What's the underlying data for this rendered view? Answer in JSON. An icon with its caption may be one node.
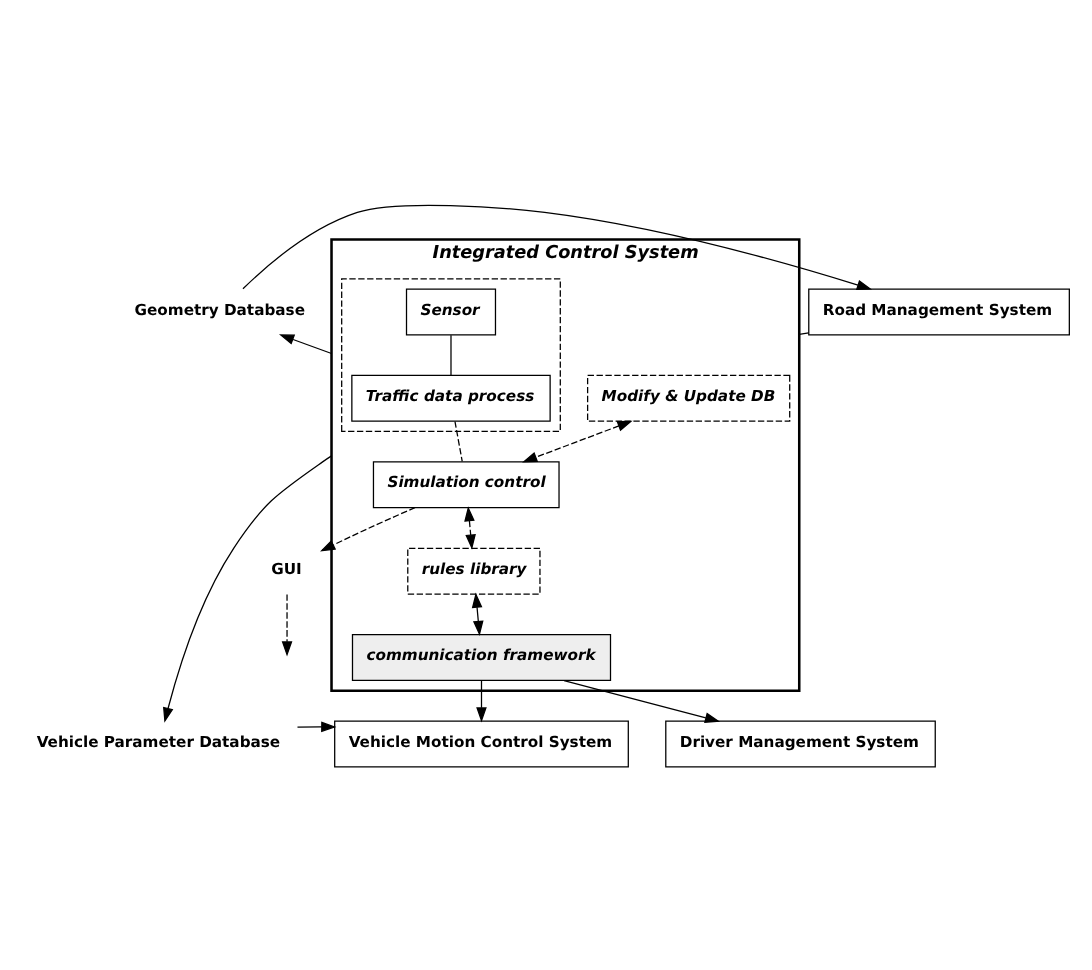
{
  "diagram": {
    "nodes": [
      {
        "text": [
          "Geometry Database"
        ]
      },
      {
        "text": [
          "Road Management System"
        ]
      },
      {
        "text": [
          "Integrated Control System"
        ]
      },
      {
        "text": [],
        "shape": "box",
        "in": 2
      },
      {
        "text": [
          "Sensor"
        ],
        "in": 3
      },
      {
        "text": [
          "Traffic data process"
        ],
        "in": 3
      },
      {
        "text": [
          "Modify & Update DB"
        ],
        "in": 2
      },
      {
        "text": [
          "Simulation control"
        ],
        "in": 2
      },
      {
        "text": [
          "rules library"
        ],
        "in": 2
      },
      {
        "text": [
          "communication framework"
        ],
        "in": 2
      },
      {
        "text": [
          "GUI"
        ]
      },
      {
        "text": [
          "Vehicle Parameter Database"
        ]
      },
      {
        "text": [
          "Vehicle Motion Control System"
        ]
      },
      {
        "text": [
          "Driver Management System"
        ]
      }
    ],
    "edges": [
      {
        "from": 0,
        "to": 1,
        "arrow": "to"
      },
      {
        "from": 1,
        "to": 2,
        "arrow": "none"
      },
      {
        "from": 2,
        "to": 0,
        "arrow": "to"
      },
      {
        "from": 2,
        "to": 11,
        "arrow": "to"
      },
      {
        "from": 11,
        "to": 12,
        "arrow": "to"
      },
      {
        "from": 4,
        "to": 5,
        "arrow": "none"
      },
      {
        "from": 5,
        "to": 7,
        "arrow": "none",
        "style": "dashed"
      },
      {
        "from": 6,
        "to": 7,
        "arrow": "both",
        "style": "dashed"
      },
      {
        "from": 7,
        "to": 10,
        "arrow": "to",
        "style": "dashed"
      },
      {
        "from": 7,
        "to": 8,
        "arrow": "both",
        "style": "dashed"
      },
      {
        "from": 8,
        "to": 9,
        "arrow": "both"
      },
      {
        "from": 9,
        "to": 12,
        "arrow": "to"
      },
      {
        "from": 9,
        "to": 13,
        "arrow": "to"
      },
      {
        "from": 10,
        "to": null,
        "arrow": "to",
        "style": "dashed"
      }
    ]
  }
}
